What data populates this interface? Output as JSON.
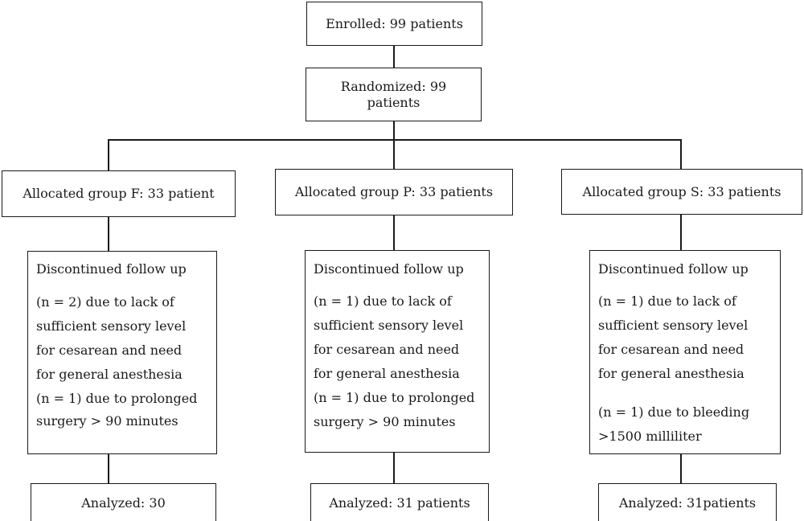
{
  "flow": {
    "enrolled": "Enrolled: 99 patients",
    "randomized_line1": "Randomized: 99",
    "randomized_line2": "patients",
    "groups": [
      {
        "allocated": "Allocated group F: 33 patient",
        "discontinued_title": "Discontinued follow up",
        "reasons": [
          "(n = 2) due to lack of",
          "sufficient sensory level",
          "for cesarean and need",
          "for general anesthesia",
          "(n = 1) due to prolonged",
          "surgery > 90 minutes"
        ],
        "analyzed": "Analyzed: 30"
      },
      {
        "allocated": "Allocated group P: 33 patients",
        "discontinued_title": "Discontinued follow up",
        "reasons": [
          "(n = 1) due to lack of",
          "sufficient sensory level",
          "for cesarean and need",
          "for general anesthesia",
          "(n = 1) due to prolonged",
          "surgery > 90 minutes"
        ],
        "analyzed": "Analyzed: 31 patients"
      },
      {
        "allocated": "Allocated group S: 33 patients",
        "discontinued_title": "Discontinued follow up",
        "reasons": [
          "(n = 1) due to lack of",
          "sufficient sensory level",
          "for cesarean and need",
          "for general anesthesia",
          "(n = 1) due to bleeding",
          ">1500 milliliter"
        ],
        "analyzed": "Analyzed: 31patients"
      }
    ]
  }
}
